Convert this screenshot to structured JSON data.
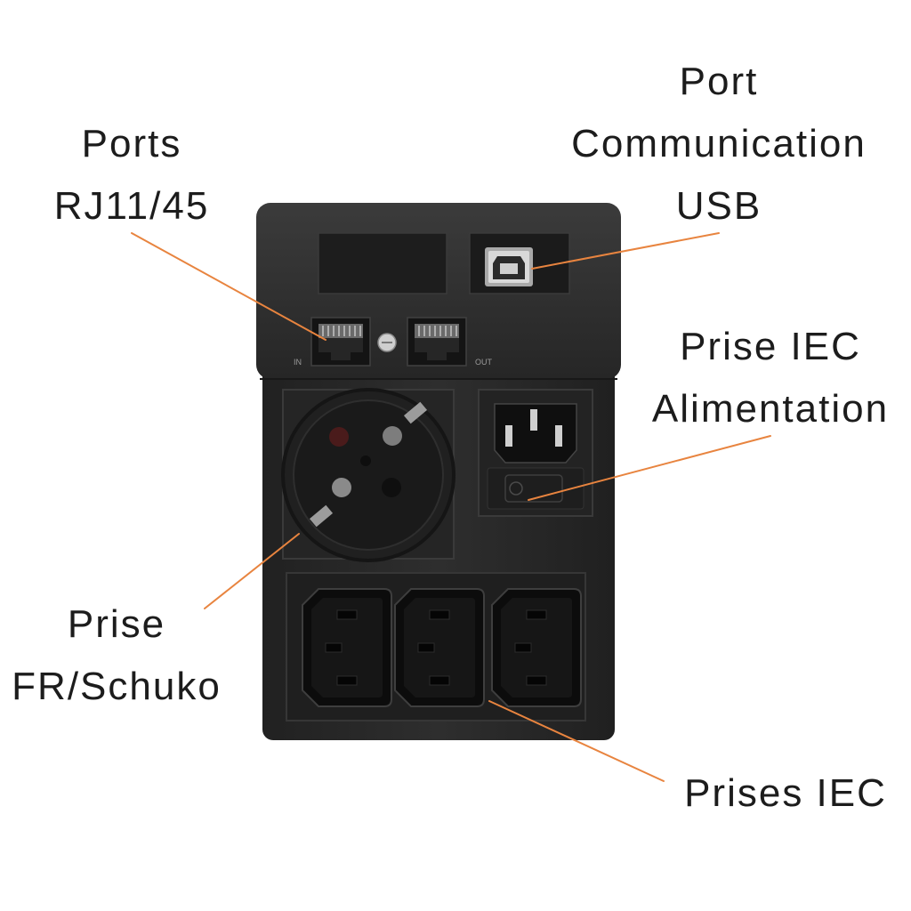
{
  "colors": {
    "background": "#ffffff",
    "leader_line": "#e8843f",
    "label_text": "#1c1c1c",
    "device_body": "#2b2b2b"
  },
  "annotations": {
    "rj_ports": {
      "lines": [
        "Ports",
        "RJ11/45"
      ]
    },
    "usb_port": {
      "lines": [
        "Port",
        "Communication",
        "USB"
      ]
    },
    "iec_inlet": {
      "lines": [
        "Prise IEC",
        "Alimentation"
      ]
    },
    "schuko_outlet": {
      "lines": [
        "Prise",
        "FR/Schuko"
      ]
    },
    "iec_outlets": {
      "lines": [
        "Prises IEC"
      ]
    }
  },
  "device": {
    "rj_in_label": "IN",
    "rj_out_label": "OUT"
  }
}
